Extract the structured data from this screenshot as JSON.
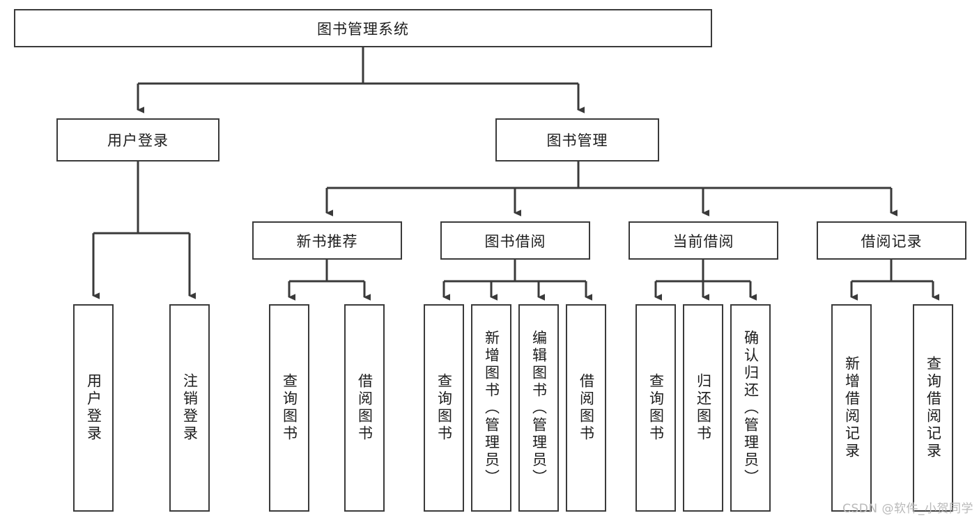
{
  "diagram": {
    "type": "tree-hierarchy",
    "title": "图书管理系统",
    "watermark": "CSDN @软件_小贺同学",
    "colors": {
      "box_border": "#3a3a3a",
      "box_fill": "#ffffff",
      "connector": "#3a3a3a",
      "text": "#1c1c1c",
      "watermark": "#b9b9b9"
    },
    "nodes": {
      "root": {
        "label": "图书管理系统"
      },
      "level2": [
        {
          "label": "用户登录"
        },
        {
          "label": "图书管理"
        }
      ],
      "level3": [
        {
          "label": "新书推荐"
        },
        {
          "label": "图书借阅"
        },
        {
          "label": "当前借阅"
        },
        {
          "label": "借阅记录"
        }
      ],
      "leaves": {
        "user_login": [
          {
            "label": "用户登录"
          },
          {
            "label": "注销登录"
          }
        ],
        "new_book_recommend": [
          {
            "label": "查询图书"
          },
          {
            "label": "借阅图书"
          }
        ],
        "book_borrow": [
          {
            "label": "查询图书"
          },
          {
            "label": "新增图书（管理员）"
          },
          {
            "label": "编辑图书（管理员）"
          },
          {
            "label": "借阅图书"
          }
        ],
        "current_borrow": [
          {
            "label": "查询图书"
          },
          {
            "label": "归还图书"
          },
          {
            "label": "确认归还（管理员）"
          }
        ],
        "borrow_record": [
          {
            "label": "新增借阅记录"
          },
          {
            "label": "查询借阅记录"
          }
        ]
      }
    }
  }
}
